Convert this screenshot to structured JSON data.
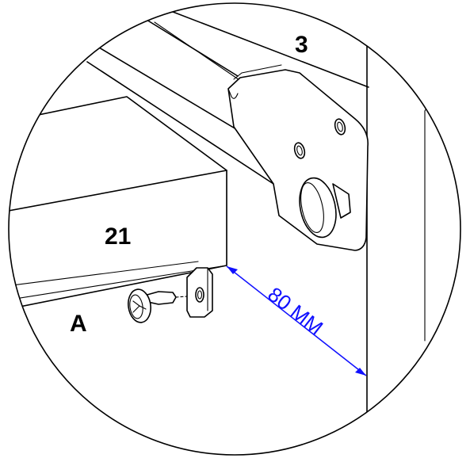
{
  "labels": {
    "part_3": "3",
    "part_21": "21",
    "screw_label": "A"
  },
  "dimension": {
    "text": "80 MM",
    "color": "#1010ff"
  },
  "colors": {
    "line": "#000000",
    "background": "#ffffff"
  },
  "icons": {
    "screw": "screw-icon",
    "knob": "knob-icon"
  }
}
